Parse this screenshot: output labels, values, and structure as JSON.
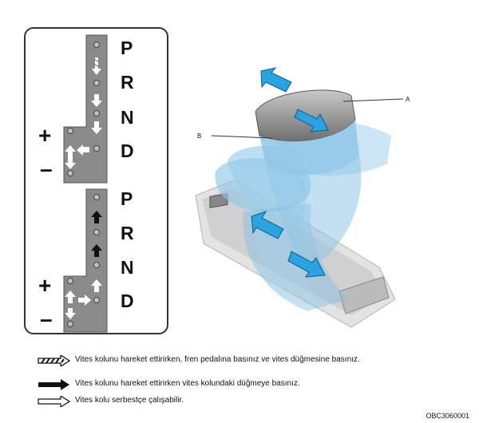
{
  "gear_panel": {
    "top_gate": {
      "gears": [
        "P",
        "R",
        "N",
        "D"
      ],
      "plus": "+",
      "minus": "–"
    },
    "bottom_gate": {
      "gears": [
        "P",
        "R",
        "N",
        "D"
      ],
      "plus": "+",
      "minus": "–"
    }
  },
  "illustration": {
    "callout_a": "A",
    "callout_b": "B"
  },
  "legend": {
    "items": [
      {
        "icon": "hatched-arrow-icon",
        "text": "Vites kolunu hareket ettirirken, fren pedalına basınız ve vites düğmesine basınız."
      },
      {
        "icon": "black-arrow-icon",
        "text": "Vites kolunu hareket ettirirken vites kolundaki düğmeye basınız."
      },
      {
        "icon": "white-arrow-icon",
        "text": "Vites kolu serbestçe çalışabilir."
      }
    ]
  },
  "figure_code": "OBC3060001",
  "colors": {
    "gate": "#8a8a8a",
    "gate_edge": "#555555",
    "arrow_blue": "#2aa3e0",
    "ghost_blue": "#8fc7e6",
    "lever_gray": "#9a9a9a"
  }
}
